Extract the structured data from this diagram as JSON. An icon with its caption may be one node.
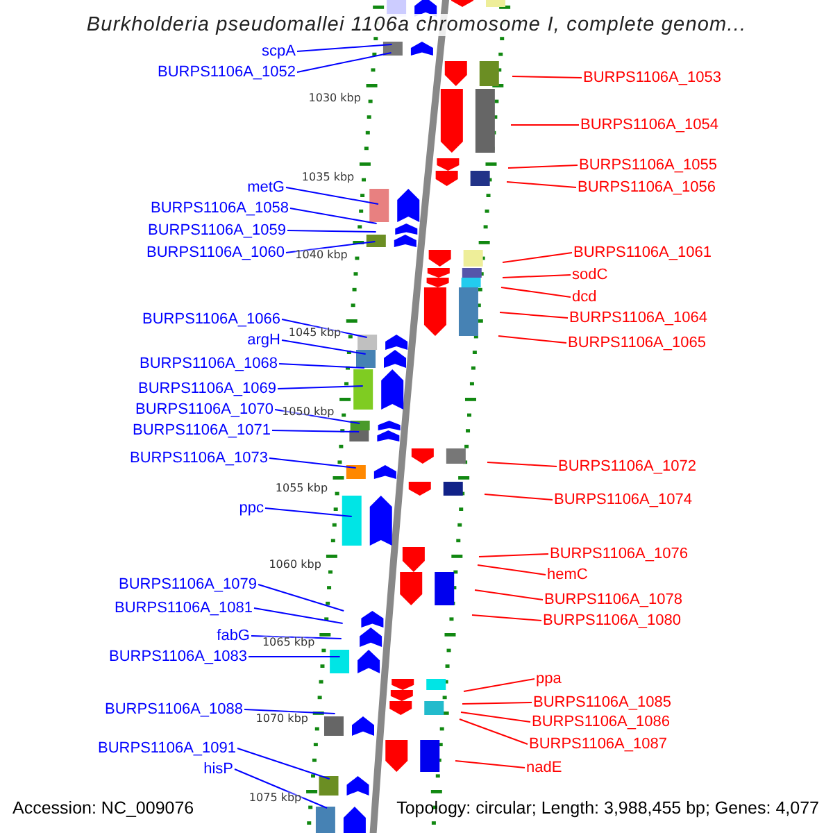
{
  "diagram": {
    "title": "Burkholderia pseudomallei 1106a chromosome I, complete genom...",
    "nodes": [
      {
        "text": [
          "scpA"
        ]
      },
      {
        "text": [
          "BURPS1106A_1052"
        ]
      },
      {
        "text": [
          "metG"
        ]
      },
      {
        "text": [
          "BURPS1106A_1058"
        ]
      },
      {
        "text": [
          "BURPS1106A_1059"
        ]
      },
      {
        "text": [
          "BURPS1106A_1060"
        ]
      },
      {
        "text": [
          "BURPS1106A_1066"
        ]
      },
      {
        "text": [
          "argH"
        ]
      },
      {
        "text": [
          "BURPS1106A_1068"
        ]
      },
      {
        "text": [
          "BURPS1106A_1069"
        ]
      },
      {
        "text": [
          "BURPS1106A_1070"
        ]
      },
      {
        "text": [
          "BURPS1106A_1071"
        ]
      },
      {
        "text": [
          "BURPS1106A_1073"
        ]
      },
      {
        "text": [
          "ppc"
        ]
      },
      {
        "text": [
          "BURPS1106A_1079"
        ]
      },
      {
        "text": [
          "BURPS1106A_1081"
        ]
      },
      {
        "text": [
          "fabG"
        ]
      },
      {
        "text": [
          "BURPS1106A_1083"
        ]
      },
      {
        "text": [
          "BURPS1106A_1088"
        ]
      },
      {
        "text": [
          "BURPS1106A_1091"
        ]
      },
      {
        "text": [
          "hisP"
        ]
      },
      {
        "text": [
          "BURPS1106A_1053"
        ]
      },
      {
        "text": [
          "BURPS1106A_1054"
        ]
      },
      {
        "text": [
          "BURPS1106A_1055"
        ]
      },
      {
        "text": [
          "BURPS1106A_1056"
        ]
      },
      {
        "text": [
          "BURPS1106A_1061"
        ]
      },
      {
        "text": [
          "sodC"
        ]
      },
      {
        "text": [
          "dcd"
        ]
      },
      {
        "text": [
          "BURPS1106A_1064"
        ]
      },
      {
        "text": [
          "BURPS1106A_1065"
        ]
      },
      {
        "text": [
          "BURPS1106A_1072"
        ]
      },
      {
        "text": [
          "BURPS1106A_1074"
        ]
      },
      {
        "text": [
          "BURPS1106A_1076"
        ]
      },
      {
        "text": [
          "hemC"
        ]
      },
      {
        "text": [
          "BURPS1106A_1078"
        ]
      },
      {
        "text": [
          "BURPS1106A_1080"
        ]
      },
      {
        "text": [
          "ppa"
        ]
      },
      {
        "text": [
          "BURPS1106A_1085"
        ]
      },
      {
        "text": [
          "BURPS1106A_1086"
        ]
      },
      {
        "text": [
          "BURPS1106A_1087"
        ]
      },
      {
        "text": [
          "nadE"
        ]
      }
    ],
    "edges": [
      {
        "from": 0,
        "to": null,
        "arrow": "none"
      },
      {
        "from": 1,
        "to": null,
        "arrow": "none"
      },
      {
        "from": 2,
        "to": null,
        "arrow": "none"
      },
      {
        "from": 3,
        "to": null,
        "arrow": "none"
      },
      {
        "from": 4,
        "to": null,
        "arrow": "none"
      },
      {
        "from": 5,
        "to": null,
        "arrow": "none"
      },
      {
        "from": 6,
        "to": null,
        "arrow": "none"
      },
      {
        "from": 7,
        "to": null,
        "arrow": "none"
      },
      {
        "from": 8,
        "to": null,
        "arrow": "none"
      },
      {
        "from": 9,
        "to": null,
        "arrow": "none"
      },
      {
        "from": 10,
        "to": null,
        "arrow": "none"
      },
      {
        "from": 11,
        "to": null,
        "arrow": "none"
      },
      {
        "from": 12,
        "to": null,
        "arrow": "none"
      },
      {
        "from": 13,
        "to": null,
        "arrow": "none"
      },
      {
        "from": 14,
        "to": null,
        "arrow": "none"
      },
      {
        "from": 15,
        "to": null,
        "arrow": "none"
      },
      {
        "from": 16,
        "to": null,
        "arrow": "none"
      },
      {
        "from": 17,
        "to": null,
        "arrow": "none"
      },
      {
        "from": 18,
        "to": null,
        "arrow": "none"
      },
      {
        "from": 19,
        "to": null,
        "arrow": "none"
      },
      {
        "from": 20,
        "to": null,
        "arrow": "none"
      },
      {
        "from": 21,
        "to": null,
        "arrow": "none",
        "color": "#ff0000"
      },
      {
        "from": 22,
        "to": null,
        "arrow": "none",
        "color": "#ff0000"
      },
      {
        "from": 23,
        "to": null,
        "arrow": "none",
        "color": "#ff0000"
      },
      {
        "from": 24,
        "to": null,
        "arrow": "none",
        "color": "#ff0000"
      },
      {
        "from": 25,
        "to": null,
        "arrow": "none",
        "color": "#ff0000"
      },
      {
        "from": 26,
        "to": null,
        "arrow": "none",
        "color": "#ff0000"
      },
      {
        "from": 27,
        "to": null,
        "arrow": "none",
        "color": "#ff0000"
      },
      {
        "from": 28,
        "to": null,
        "arrow": "none",
        "color": "#ff0000"
      },
      {
        "from": 29,
        "to": null,
        "arrow": "none",
        "color": "#ff0000"
      },
      {
        "from": 30,
        "to": null,
        "arrow": "none",
        "color": "#ff0000"
      },
      {
        "from": 31,
        "to": null,
        "arrow": "none",
        "color": "#ff0000"
      },
      {
        "from": 32,
        "to": null,
        "arrow": "none",
        "color": "#ff0000"
      },
      {
        "from": 33,
        "to": null,
        "arrow": "none",
        "color": "#ff0000"
      },
      {
        "from": 34,
        "to": null,
        "arrow": "none",
        "color": "#ff0000"
      },
      {
        "from": 35,
        "to": null,
        "arrow": "none",
        "color": "#ff0000"
      },
      {
        "from": 36,
        "to": null,
        "arrow": "none",
        "color": "#ff0000"
      },
      {
        "from": 37,
        "to": null,
        "arrow": "none",
        "color": "#ff0000"
      },
      {
        "from": 38,
        "to": null,
        "arrow": "none",
        "color": "#ff0000"
      },
      {
        "from": 39,
        "to": null,
        "arrow": "none",
        "color": "#ff0000"
      },
      {
        "from": 40,
        "to": null,
        "arrow": "none",
        "color": "#ff0000"
      }
    ],
    "labels": [
      "1030 kbp",
      "1035 kbp",
      "1040 kbp",
      "1045 kbp",
      "1050 kbp",
      "1055 kbp",
      "1060 kbp",
      "1065 kbp",
      "1070 kbp",
      "1075 kbp",
      "Accession: NC_009076",
      "Topology: circular; Length: 3,988,455 bp; Genes: 4,077"
    ]
  }
}
